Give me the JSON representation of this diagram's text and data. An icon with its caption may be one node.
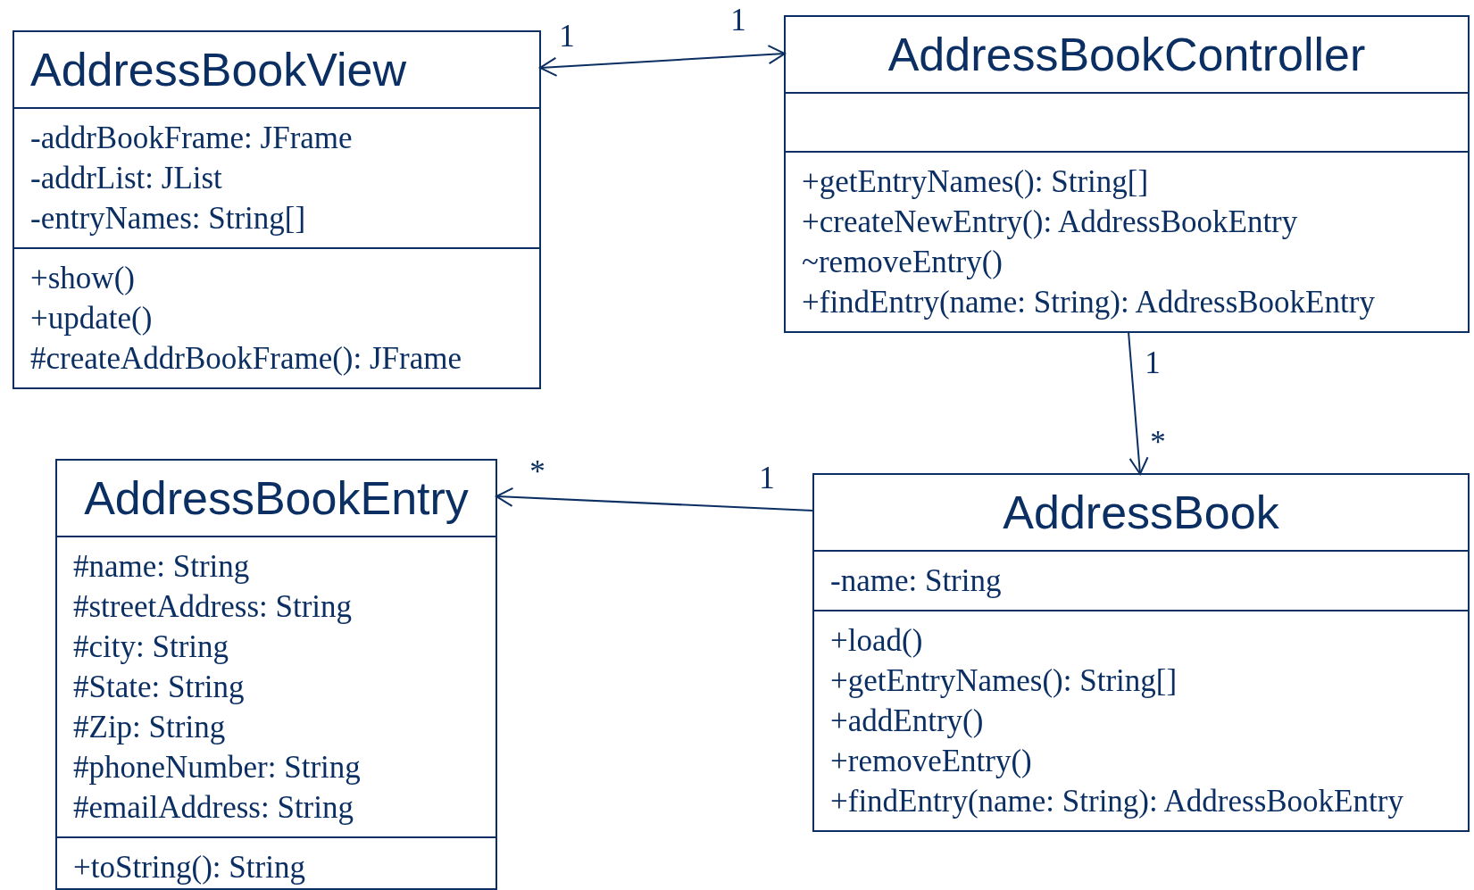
{
  "diagram": {
    "nodes": [
      {
        "text": [
          "AddressBookView"
        ]
      },
      {
        "text": [
          "-addrBookFrame: JFrame",
          "-addrList: JList",
          "-entryNames: String[]"
        ],
        "in": 0
      },
      {
        "text": [
          "+show()",
          "+update()",
          "#createAddrBookFrame(): JFrame"
        ],
        "in": 0
      },
      {
        "text": [
          "AddressBookController"
        ]
      },
      {
        "text": [],
        "shape": "box",
        "in": 3
      },
      {
        "text": [
          "+getEntryNames(): String[]",
          "+createNewEntry(): AddressBookEntry",
          "~removeEntry()",
          "+findEntry(name: String): AddressBookEntry"
        ],
        "in": 3
      },
      {
        "text": [
          "AddressBookEntry"
        ]
      },
      {
        "text": [
          "#name: String",
          "#streetAddress: String",
          "#city: String",
          "#State: String",
          "#Zip: String",
          "#phoneNumber: String",
          "#emailAddress: String"
        ],
        "in": 6
      },
      {
        "text": [
          "+toString(): String"
        ],
        "in": 6
      },
      {
        "text": [
          "AddressBook"
        ]
      },
      {
        "text": [
          "-name: String"
        ],
        "in": 9
      },
      {
        "text": [
          "+load()",
          "+getEntryNames(): String[]",
          "+addEntry()",
          "+removeEntry()",
          "+findEntry(name: String): AddressBookEntry"
        ],
        "in": 9
      }
    ],
    "edges": [
      {
        "from": 0,
        "to": 3,
        "arrow": "both"
      },
      {
        "from": 3,
        "to": 9,
        "arrow": "to"
      },
      {
        "from": 9,
        "to": 6,
        "arrow": "to"
      }
    ],
    "labels": [
      "1",
      "1",
      "1",
      "*",
      "*",
      "1"
    ]
  }
}
